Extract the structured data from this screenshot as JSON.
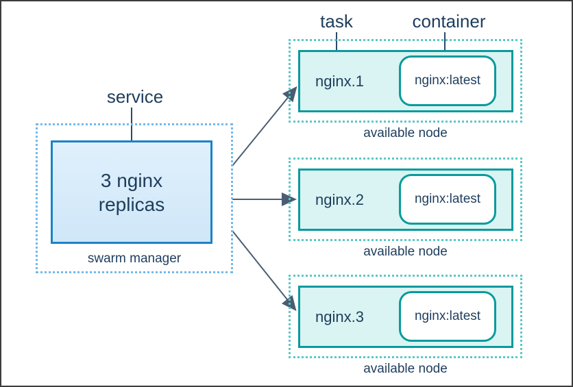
{
  "diagram": {
    "labels": {
      "service": "service",
      "task": "task",
      "container": "container"
    },
    "manager": {
      "service_line1": "3 nginx",
      "service_line2": "replicas",
      "caption": "swarm manager"
    },
    "nodes": [
      {
        "task": "nginx.1",
        "container": "nginx:latest",
        "caption": "available node"
      },
      {
        "task": "nginx.2",
        "container": "nginx:latest",
        "caption": "available node"
      },
      {
        "task": "nginx.3",
        "container": "nginx:latest",
        "caption": "available node"
      }
    ],
    "colors": {
      "service_border": "#1a82c8",
      "service_fill": "#d7ebfa",
      "manager_dotted": "#74b9e8",
      "task_border": "#0a9a9d",
      "task_fill": "#d9f4f2",
      "node_dotted": "#5ac8c5",
      "arrow": "#4a5d73",
      "text": "#1e3d5c"
    }
  }
}
